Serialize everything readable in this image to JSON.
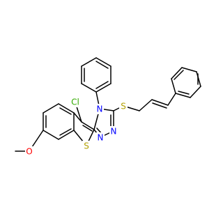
{
  "molecule": {
    "atoms": [
      {
        "id": "Cl",
        "text": "Cl",
        "color": "#33aa00"
      },
      {
        "id": "O",
        "text": "O",
        "color": "#ff0000"
      },
      {
        "id": "S1",
        "text": "S",
        "color": "#b2a000"
      },
      {
        "id": "S2",
        "text": "S",
        "color": "#b2a000"
      },
      {
        "id": "N4",
        "text": "N",
        "color": "#0000ff"
      },
      {
        "id": "N1",
        "text": "N",
        "color": "#0000ff"
      },
      {
        "id": "N2",
        "text": "N",
        "color": "#0000ff"
      }
    ],
    "bond_color": "#000000"
  }
}
